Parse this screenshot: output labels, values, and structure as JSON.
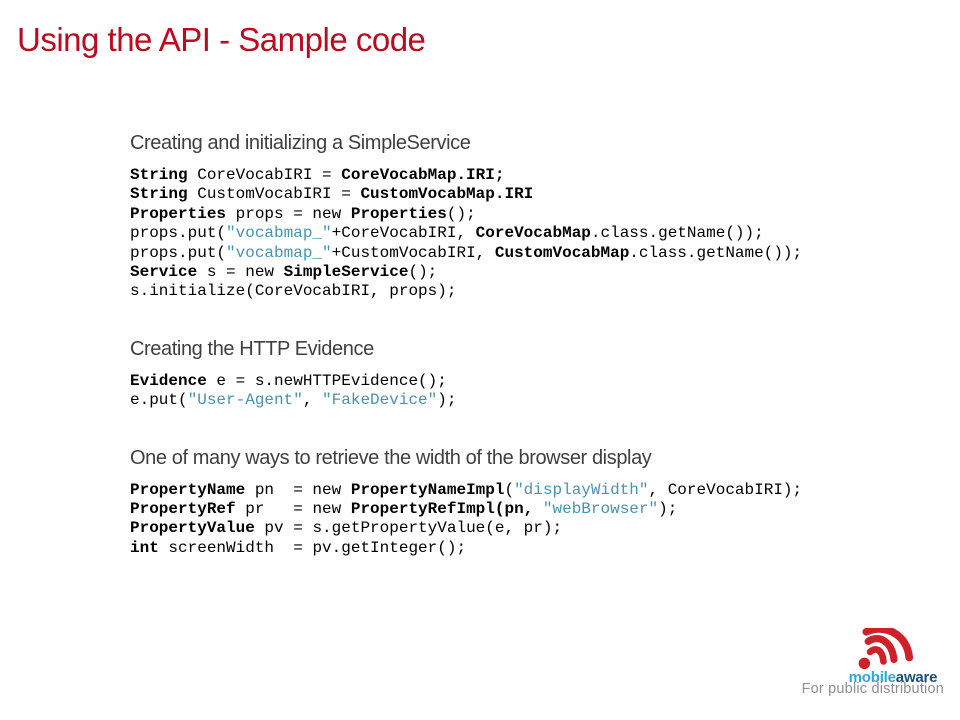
{
  "slide": {
    "title": "Using the API - Sample code",
    "footer": "For public distribution",
    "logo": {
      "brand_light": "mobile",
      "brand_dark": "aware"
    }
  },
  "colors": {
    "title_red": "#BE0A1E",
    "heading_gray": "#3F3F3F",
    "code_black": "#000000",
    "code_string_blue": "#4793B5",
    "logo_red": "#D0202A",
    "brand_light_blue": "#2EA7D9",
    "brand_dark_blue": "#1A4E7E",
    "footer_gray": "#8F8F8F",
    "background": "#FFFFFF"
  },
  "sections": [
    {
      "heading": "Creating and initializing a SimpleService",
      "code": [
        [
          [
            "b",
            "String"
          ],
          [
            "p",
            " CoreVocabIRI = "
          ],
          [
            "b",
            "CoreVocabMap.IRI;"
          ]
        ],
        [
          [
            "b",
            "String"
          ],
          [
            "p",
            " CustomVocabIRI = "
          ],
          [
            "b",
            "CustomVocabMap.IRI"
          ]
        ],
        [
          [
            "b",
            "Properties"
          ],
          [
            "p",
            " props = new "
          ],
          [
            "b",
            "Properties"
          ],
          [
            "p",
            "();"
          ]
        ],
        [
          [
            "p",
            "props.put("
          ],
          [
            "s",
            "\"vocabmap_\""
          ],
          [
            "p",
            "+CoreVocabIRI, "
          ],
          [
            "b",
            "CoreVocabMap"
          ],
          [
            "p",
            ".class.getName());"
          ]
        ],
        [
          [
            "p",
            "props.put("
          ],
          [
            "s",
            "\"vocabmap_\""
          ],
          [
            "p",
            "+CustomVocabIRI, "
          ],
          [
            "b",
            "CustomVocabMap"
          ],
          [
            "p",
            ".class.getName());"
          ]
        ],
        [
          [
            "b",
            "Service"
          ],
          [
            "p",
            " s = new "
          ],
          [
            "b",
            "SimpleService"
          ],
          [
            "p",
            "();"
          ]
        ],
        [
          [
            "p",
            "s.initialize(CoreVocabIRI, props);"
          ]
        ]
      ]
    },
    {
      "heading": "Creating the HTTP Evidence",
      "code": [
        [
          [
            "b",
            "Evidence"
          ],
          [
            "p",
            " e = s.newHTTPEvidence();"
          ]
        ],
        [
          [
            "p",
            "e.put("
          ],
          [
            "s",
            "\"User-Agent\""
          ],
          [
            "p",
            ", "
          ],
          [
            "s",
            "\"FakeDevice\""
          ],
          [
            "p",
            ");"
          ]
        ]
      ]
    },
    {
      "heading": "One of many ways to retrieve the width of the browser display",
      "code": [
        [
          [
            "b",
            "PropertyName"
          ],
          [
            "p",
            " pn  = new "
          ],
          [
            "b",
            "PropertyNameImpl"
          ],
          [
            "p",
            "("
          ],
          [
            "s",
            "\"displayWidth\""
          ],
          [
            "p",
            ", CoreVocabIRI);"
          ]
        ],
        [
          [
            "b",
            "PropertyRef"
          ],
          [
            "p",
            " pr   = new "
          ],
          [
            "b",
            "PropertyRefImpl(pn,"
          ],
          [
            "p",
            " "
          ],
          [
            "s",
            "\"webBrowser\""
          ],
          [
            "p",
            ");"
          ]
        ],
        [
          [
            "b",
            "PropertyValue"
          ],
          [
            "p",
            " pv = s.getPropertyValue(e, pr);"
          ]
        ],
        [
          [
            "b",
            "int"
          ],
          [
            "p",
            " screenWidth  = pv.getInteger();"
          ]
        ]
      ]
    }
  ]
}
